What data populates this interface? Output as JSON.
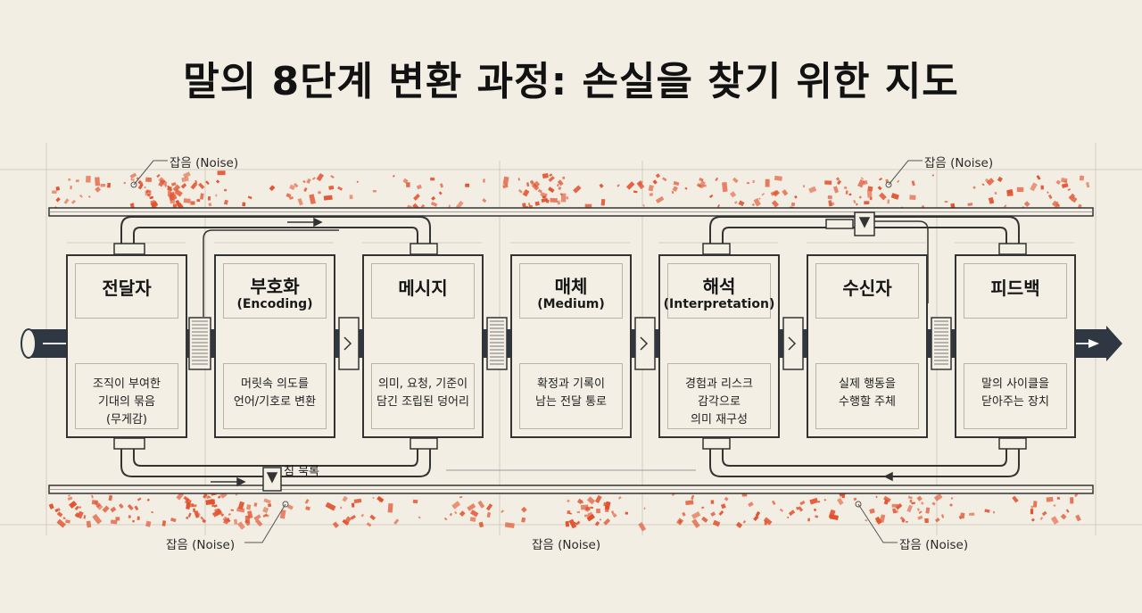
{
  "title": "말의 8단계 변환 과정: 손실을 찾기 위한 지도",
  "stages": [
    {
      "name": "전달자",
      "sub": "",
      "desc": "조직이 부여한\n기대의 묶음\n(무게감)"
    },
    {
      "name": "부호화",
      "sub": "(Encoding)",
      "desc": "머릿속 의도를\n언어/기호로 변환"
    },
    {
      "name": "메시지",
      "sub": "",
      "desc": "의미, 요청, 기준이\n담긴 조립된 덩어리"
    },
    {
      "name": "매체",
      "sub": "(Medium)",
      "desc": "확정과 기록이\n남는 전달 통로"
    },
    {
      "name": "해석",
      "sub": "(Interpretation)",
      "desc": "경험과 리스크\n감각으로\n의미 재구성"
    },
    {
      "name": "수신자",
      "sub": "",
      "desc": "실제 행동을\n수행할 주체"
    },
    {
      "name": "피드백",
      "sub": "",
      "desc": "말의 사이클을\n닫아주는 장치"
    }
  ],
  "noise_labels": {
    "top_left": "잡음 (Noise)",
    "top_right": "잡음 (Noise)",
    "bottom_left": "잡음 (Noise)",
    "bottom_center": "잡음 (Noise)",
    "bottom_right": "잡음 (Noise)"
  },
  "valve_label": "침 묵록",
  "colors": {
    "background": "#f2eee3",
    "pipe": "#2f3742",
    "arrow": "#ffffff",
    "noise": "#e2512e",
    "box_border": "#333333"
  }
}
